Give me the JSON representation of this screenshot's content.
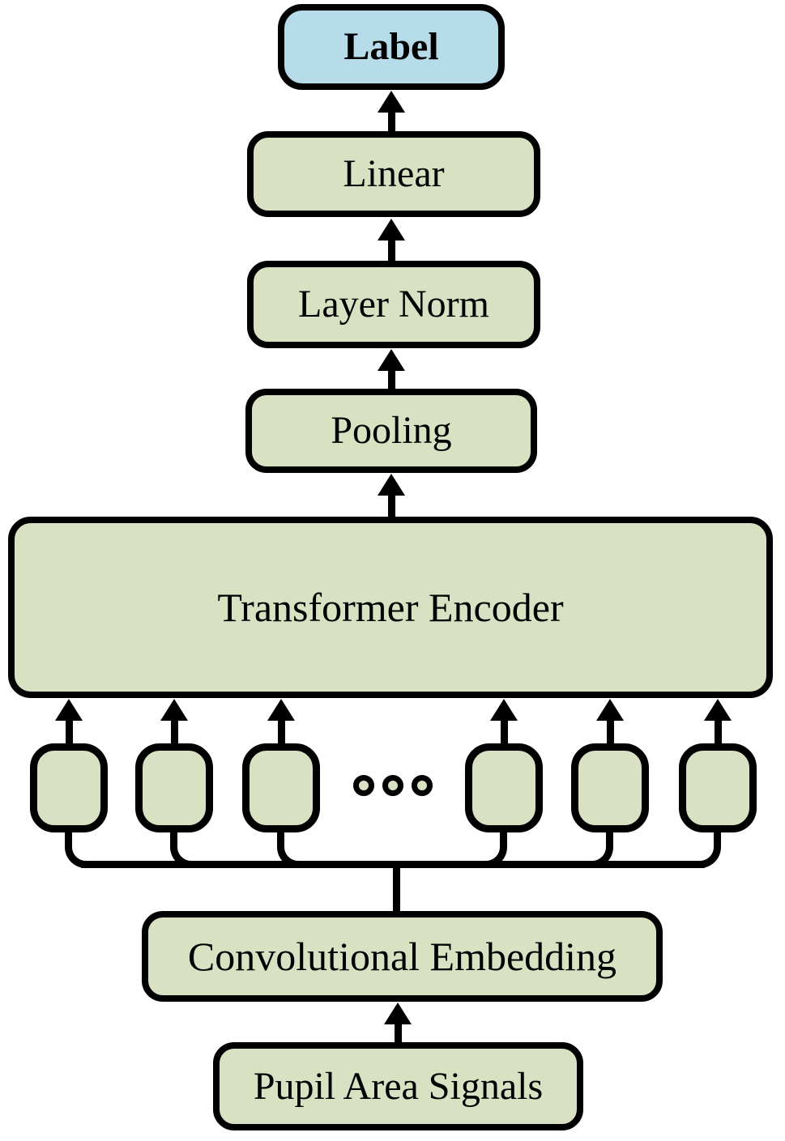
{
  "figure": {
    "colors": {
      "stroke": "#000000",
      "green_fill": "#d8e2c2",
      "blue_fill": "#b6dce9",
      "background": "#ffffff"
    },
    "nodes": {
      "label": "Label",
      "linear": "Linear",
      "layer_norm": "Layer Norm",
      "pooling": "Pooling",
      "transformer_encoder": "Transformer Encoder",
      "convolutional_embedding": "Convolutional Embedding",
      "pupil_area_signals": "Pupil Area Signals"
    },
    "token_box_count": 6,
    "ellipsis_dot_count": 3,
    "flow": [
      "Pupil Area Signals",
      "Convolutional Embedding",
      "token embeddings",
      "Transformer Encoder",
      "Pooling",
      "Layer Norm",
      "Linear",
      "Label"
    ]
  }
}
